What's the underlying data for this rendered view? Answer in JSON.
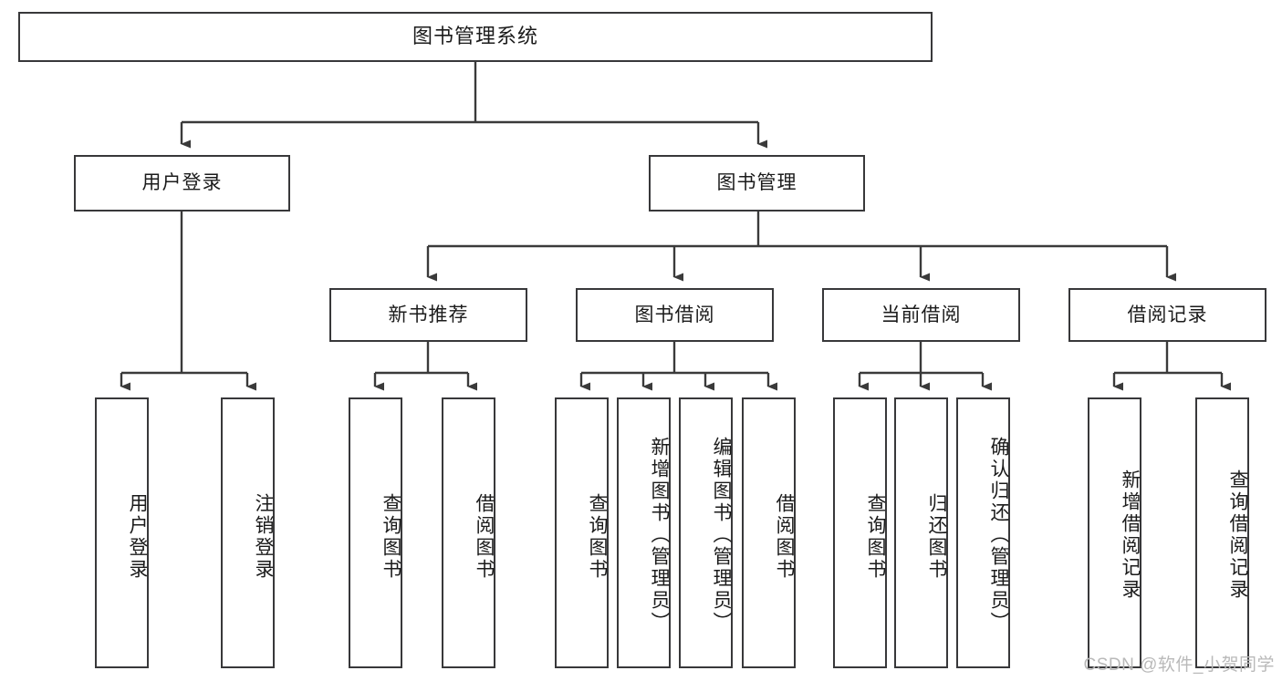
{
  "diagram": {
    "title": "图书管理系统",
    "type": "tree-hierarchy-chart",
    "orientation": "top-down",
    "colors": {
      "box_border": "#38383a",
      "box_fill": "#ffffff",
      "connector": "#3a3a3a",
      "text": "#1b1b1b",
      "watermark": "#b9b9b9",
      "background": "#ffffff"
    }
  },
  "root": {
    "label": "图书管理系统"
  },
  "level2": [
    {
      "label": "用户登录"
    },
    {
      "label": "图书管理"
    }
  ],
  "level3": [
    {
      "label": "新书推荐"
    },
    {
      "label": "图书借阅"
    },
    {
      "label": "当前借阅"
    },
    {
      "label": "借阅记录"
    }
  ],
  "leaves": {
    "user_login": [
      {
        "label": "用户登录"
      },
      {
        "label": "注销登录"
      }
    ],
    "new_book_recommend": [
      {
        "label": "查询图书"
      },
      {
        "label": "借阅图书"
      }
    ],
    "book_borrow": [
      {
        "label": "查询图书"
      },
      {
        "label": "新增图书（管理员）"
      },
      {
        "label": "编辑图书（管理员）"
      },
      {
        "label": "借阅图书"
      }
    ],
    "current_borrow": [
      {
        "label": "查询图书"
      },
      {
        "label": "归还图书"
      },
      {
        "label": "确认归还（管理员）"
      }
    ],
    "borrow_record": [
      {
        "label": "新增借阅记录"
      },
      {
        "label": "查询借阅记录"
      }
    ]
  },
  "watermark": {
    "text": "CSDN @软件_小贺同学"
  }
}
